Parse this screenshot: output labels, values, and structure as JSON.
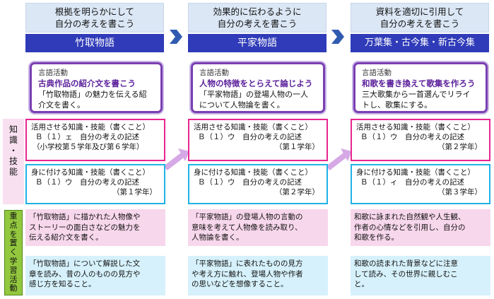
{
  "columns": [
    {
      "goal": [
        "根拠を明らかにして",
        "自分の考えを書こう"
      ],
      "title": "竹取物語",
      "activity_label": "言語活動",
      "activity_head": "古典作品の紹介文を書こう",
      "activity_body": [
        "「竹取物語」の魅力を伝える紹",
        "介文を書く。"
      ],
      "apply_head": "活用させる知識・技能（書くこと）",
      "apply_item": "Ｂ（１）ェ　自分の考えの記述",
      "apply_note": "（小学校第５学年及び第６学年）",
      "acquire_head": "身に付ける知識・技能（書くこと）",
      "acquire_item": "Ｂ（１）ウ　自分の考えの記述",
      "acquire_note": "（第１学年）",
      "focus1": [
        "「竹取物語」に描かれた人物像や",
        "ストーリーの面白さなどの魅力を",
        "伝える紹介文を書く。"
      ],
      "focus2": [
        "「竹取物語」について解説した文",
        "章を読み、昔の人のものの見方や",
        "感じ方を知ること。"
      ]
    },
    {
      "goal": [
        "効果的に伝わるように",
        "自分の考えを書こう"
      ],
      "title": "平家物語",
      "activity_label": "言語活動",
      "activity_head": "人物の特徴をとらえて論じよう",
      "activity_body": [
        "「平家物語」の登場人物の一人",
        "について人物論を書く。"
      ],
      "apply_head": "活用させる知識・技能（書くこと）",
      "apply_item": "Ｂ（１）ウ　自分の考えの記述",
      "apply_note": "（第１学年）",
      "acquire_head": "身に付ける知識・技能（書くこと）",
      "acquire_item": "Ｂ（１）ウ　自分の考えの記述",
      "acquire_note": "（第２学年）",
      "focus1": [
        "「平家物語」の登場人物の言動の",
        "意味を考えて人物像を読み取り、",
        "人物論を書く。"
      ],
      "focus2": [
        "「平家物語」に表れたものの見方",
        "や考え方に触れ、登場人物や作者",
        "の思いなどを想像すること。"
      ]
    },
    {
      "goal": [
        "資料を適切に引用して",
        "自分の考えを書こう"
      ],
      "title": "万葉集・古今集・新古今集",
      "activity_label": "言語活動",
      "activity_head": "和歌を書き換えて歌集を作ろう",
      "activity_body": [
        "三大歌集から一首選んでリライ",
        "トし、歌集にする。"
      ],
      "apply_head": "活用させる知識・技能（書くこと）",
      "apply_item": "Ｂ（１）ウ　自分の考えの記述",
      "apply_note": "（第２学年）",
      "acquire_head": "身に付ける知識・技能（書くこと）",
      "acquire_item": "Ｂ（１）ィ　自分の考えの記述",
      "acquire_note": "（第３学年）",
      "focus1": [
        "和歌に詠まれた自然観や人生観、",
        "作者の心情などを引用し、自分の",
        "和歌を作る。"
      ],
      "focus2": [
        "和歌の読まれた背景などに注意",
        "して読み、その世界に親しむこ",
        "と。"
      ]
    }
  ],
  "side_labels": {
    "knowledge": [
      "知",
      "識",
      "・",
      "技",
      "能"
    ],
    "focus": [
      "重",
      "点",
      "を",
      "置",
      "く",
      "学",
      "習",
      "活",
      "動"
    ]
  },
  "colors": {
    "title_bg": "#2f3bb8",
    "goal_bg": "#dbe7f5",
    "activity_border": "#7a3fb2",
    "apply_border": "#e8268f",
    "acquire_border": "#1fb3e5",
    "focus_pink": "#f7d7ec",
    "focus_cyan": "#d6f1fb",
    "side_knowledge": "#f8e0f0",
    "side_focus": "#93c83e"
  }
}
